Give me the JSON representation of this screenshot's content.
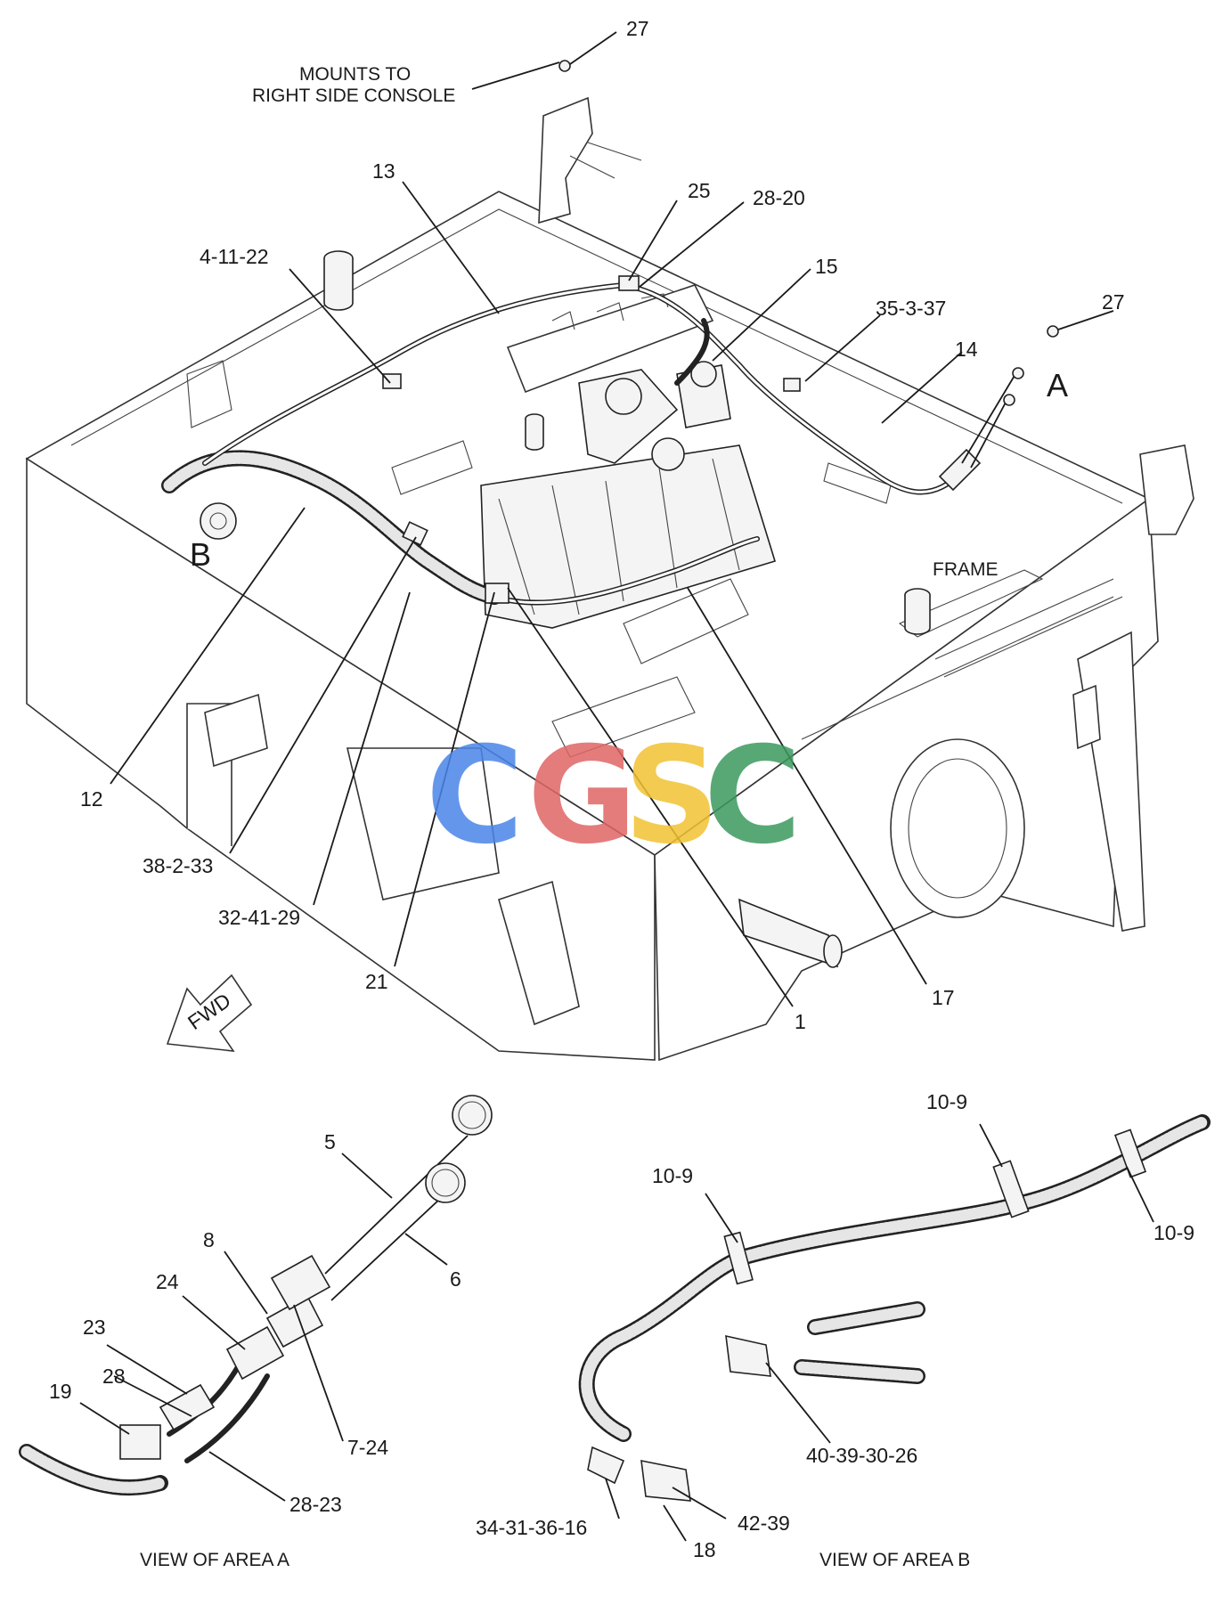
{
  "callouts": {
    "c27_top": "27",
    "c13": "13",
    "c25": "25",
    "c28_20": "28-20",
    "c15": "15",
    "c4_11_22": "4-11-22",
    "c35_3_37": "35-3-37",
    "c27_right": "27",
    "c14": "14",
    "c12": "12",
    "c38_2_33": "38-2-33",
    "c32_41_29": "32-41-29",
    "c21": "21",
    "c1": "1",
    "c17": "17",
    "c5": "5",
    "c6": "6",
    "c8": "8",
    "c24": "24",
    "c23": "23",
    "c28": "28",
    "c19": "19",
    "c7_24": "7-24",
    "c28_23": "28-23",
    "c10_9_top": "10-9",
    "c10_9_left": "10-9",
    "c10_9_right": "10-9",
    "c40_39_30_26": "40-39-30-26",
    "c34_31_36_16": "34-31-36-16",
    "c42_39": "42-39",
    "c18": "18"
  },
  "notes": {
    "mounts_line1": "MOUNTS TO",
    "mounts_line2": "RIGHT SIDE CONSOLE",
    "frame": "FRAME",
    "fwd": "FWD",
    "area_a": "A",
    "area_b": "B"
  },
  "views": {
    "view_a": "VIEW OF AREA A",
    "view_b": "VIEW OF AREA B"
  },
  "watermark": {
    "letters": [
      "C",
      "G",
      "S",
      "C"
    ],
    "colors": [
      "#4a86e8",
      "#e06666",
      "#f1c232",
      "#3c9a5f"
    ]
  }
}
